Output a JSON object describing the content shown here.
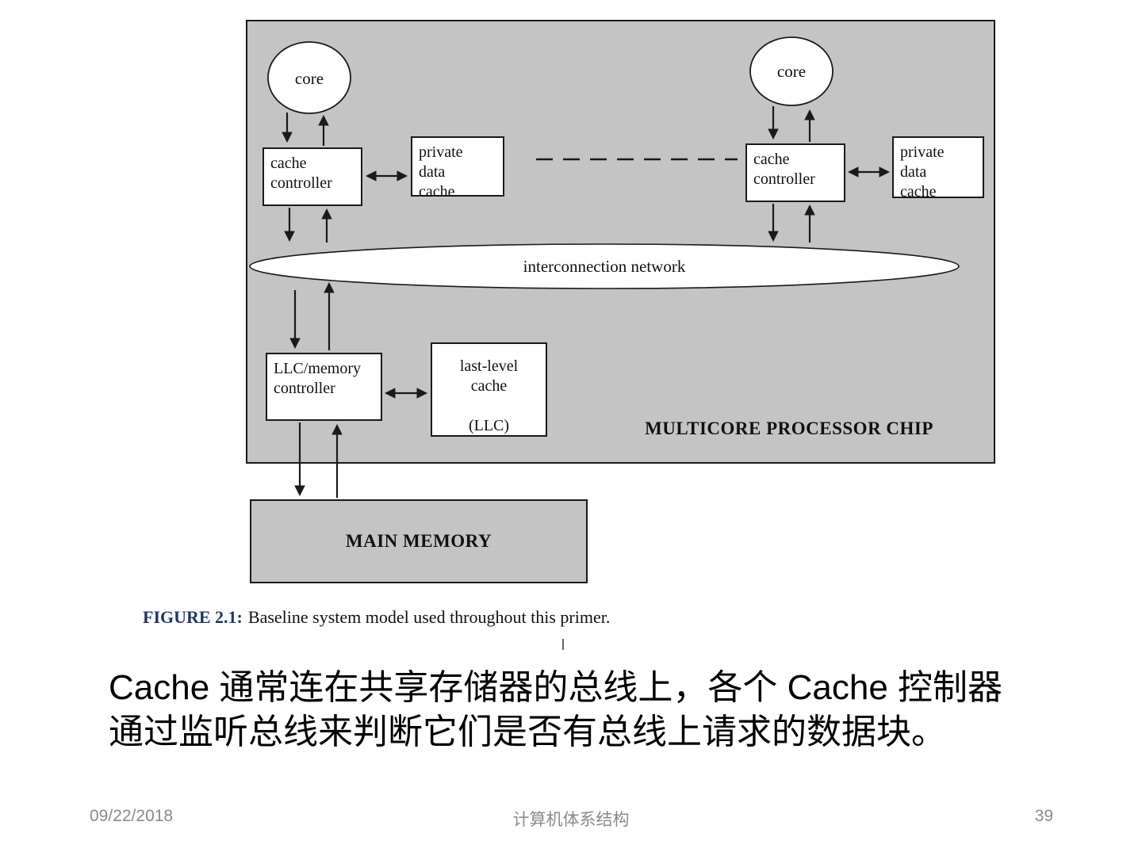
{
  "figure": {
    "caption_label": "FIGURE 2.1:",
    "caption_text": "Baseline system model used throughout this primer.",
    "nodes": {
      "core": "core",
      "cache_controller": "cache\ncontroller",
      "private_data_cache": "private\ndata\ncache",
      "interconnection_network": "interconnection network",
      "llc_memory_controller": "LLC/memory\ncontroller",
      "last_level_cache": "last-level\ncache\n\n(LLC)",
      "chip_label": "MULTICORE PROCESSOR CHIP",
      "main_memory": "MAIN MEMORY"
    },
    "colors": {
      "chip_fill": "#c4c4c4",
      "caption_accent": "#1F3864",
      "line_color": "#1a1a1a"
    }
  },
  "body_text": {
    "line1": "Cache 通常连在共享存储器的总线上，各个 Cache 控制器",
    "line2": "通过监听总线来判断它们是否有总线上请求的数据块。"
  },
  "footer": {
    "date": "09/22/2018",
    "course": "计算机体系结构",
    "page": "39"
  }
}
